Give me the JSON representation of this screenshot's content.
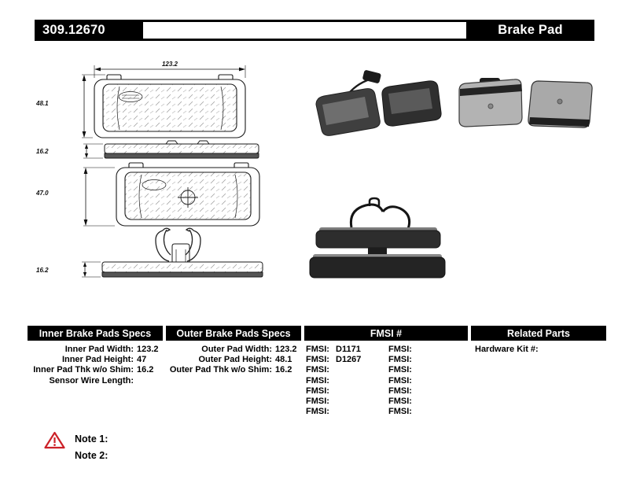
{
  "header": {
    "part_number": "309.12670",
    "product_name": "Brake Pad"
  },
  "diagram": {
    "labels": {
      "outer_width": "123.2",
      "outer_height": "48.1",
      "outer_thickness": "16.2",
      "inner_height": "47.0",
      "inner_thickness": "16.2"
    }
  },
  "tables": {
    "inner": {
      "header": "Inner Brake Pads Specs",
      "rows": [
        {
          "label": "Inner Pad Width:",
          "value": "123.2"
        },
        {
          "label": "Inner Pad Height:",
          "value": "47"
        },
        {
          "label": "Inner Pad Thk w/o Shim:",
          "value": "16.2"
        },
        {
          "label": "Sensor Wire Length:",
          "value": ""
        }
      ]
    },
    "outer": {
      "header": "Outer Brake Pads Specs",
      "rows": [
        {
          "label": "Outer Pad Width:",
          "value": "123.2"
        },
        {
          "label": "Outer Pad Height:",
          "value": "48.1"
        },
        {
          "label": "Outer Pad Thk w/o Shim:",
          "value": "16.2"
        }
      ]
    },
    "fmsi": {
      "header": "FMSI #",
      "col1": [
        {
          "label": "FMSI:",
          "value": "D1171"
        },
        {
          "label": "FMSI:",
          "value": "D1267"
        },
        {
          "label": "FMSI:",
          "value": ""
        },
        {
          "label": "FMSI:",
          "value": ""
        },
        {
          "label": "FMSI:",
          "value": ""
        },
        {
          "label": "FMSI:",
          "value": ""
        },
        {
          "label": "FMSI:",
          "value": ""
        }
      ],
      "col2": [
        {
          "label": "FMSI:",
          "value": ""
        },
        {
          "label": "FMSI:",
          "value": ""
        },
        {
          "label": "FMSI:",
          "value": ""
        },
        {
          "label": "FMSI:",
          "value": ""
        },
        {
          "label": "FMSI:",
          "value": ""
        },
        {
          "label": "FMSI:",
          "value": ""
        },
        {
          "label": "FMSI:",
          "value": ""
        }
      ]
    },
    "related": {
      "header": "Related Parts",
      "rows": [
        {
          "label": "Hardware Kit #:",
          "value": ""
        }
      ]
    }
  },
  "notes": [
    {
      "label": "Note 1:"
    },
    {
      "label": "Note 2:"
    }
  ],
  "colors": {
    "header_bg": "#000000",
    "warning_red": "#cc2128",
    "text": "#000000"
  }
}
